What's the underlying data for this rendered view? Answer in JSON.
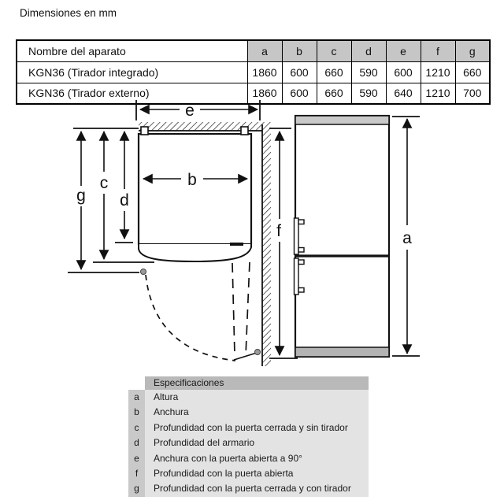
{
  "title": "Dimensiones en mm",
  "table": {
    "name_header": "Nombre del aparato",
    "dim_columns": [
      "a",
      "b",
      "c",
      "d",
      "e",
      "f",
      "g"
    ],
    "rows": [
      {
        "name": "KGN36 (Tirador integrado)",
        "values": [
          "1860",
          "600",
          "660",
          "590",
          "600",
          "1210",
          "660"
        ]
      },
      {
        "name": "KGN36 (Tirador externo)",
        "values": [
          "1860",
          "600",
          "660",
          "590",
          "640",
          "1210",
          "700"
        ]
      }
    ]
  },
  "diagram": {
    "labels": {
      "a": "a",
      "b": "b",
      "c": "c",
      "d": "d",
      "e": "e",
      "f": "f",
      "g": "g"
    }
  },
  "legend": {
    "header": "Especificaciones",
    "rows": [
      {
        "key": "a",
        "desc": "Altura"
      },
      {
        "key": "b",
        "desc": "Anchura"
      },
      {
        "key": "c",
        "desc": "Profundidad con la puerta cerrada y sin tirador"
      },
      {
        "key": "d",
        "desc": "Profundidad del armario"
      },
      {
        "key": "e",
        "desc": "Anchura con la puerta abierta a 90°"
      },
      {
        "key": "f",
        "desc": "Profundidad con la puerta abierta"
      },
      {
        "key": "g",
        "desc": "Profundidad con la puerta cerrada y con tirador"
      }
    ]
  },
  "colors": {
    "line": "#111111",
    "table_header_bg": "#c6c6c6",
    "legend_header_bg": "#b9b9b9",
    "legend_key_bg": "#c9c9c9",
    "legend_row_bg": "#e3e3e3",
    "fridge_top_strip": "#c9c9c9",
    "fridge_bottom_strip": "#b3b3b3"
  }
}
